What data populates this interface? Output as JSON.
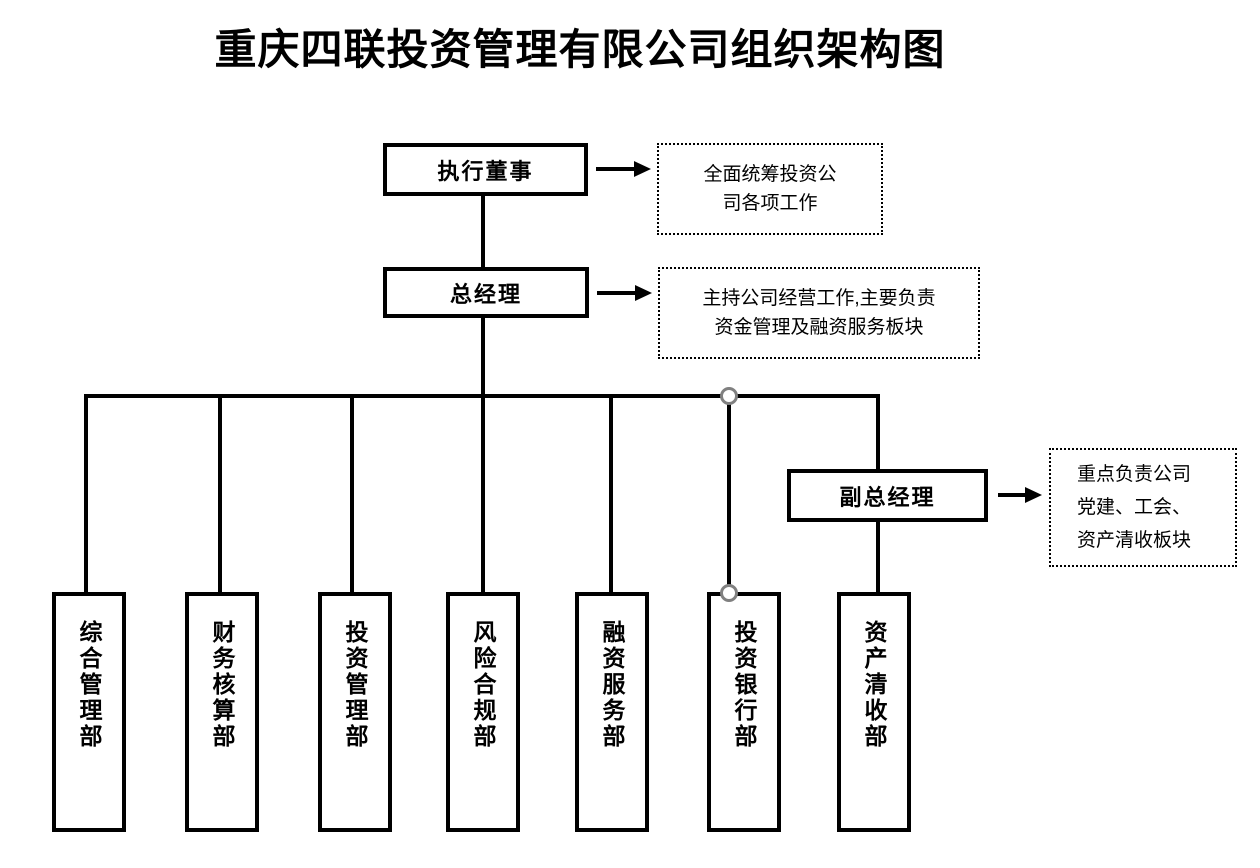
{
  "title": "重庆四联投资管理有限公司组织架构图",
  "nodes": {
    "executive_director": {
      "label": "执行董事",
      "note_lines": [
        "全面统筹投资公",
        "司各项工作"
      ]
    },
    "general_manager": {
      "label": "总经理",
      "note_lines": [
        "主持公司经营工作,主要负责",
        "资金管理及融资服务板块"
      ]
    },
    "deputy_general_manager": {
      "label": "副总经理",
      "note_lines": [
        "重点负责公司",
        "党建、工会、",
        "资产清收板块"
      ]
    }
  },
  "departments": [
    "综合管理部",
    "财务核算部",
    "投资管理部",
    "风险合规部",
    "融资服务部",
    "投资银行部",
    "资产清收部"
  ],
  "colors": {
    "line": "#000000",
    "connector_node": "#808080",
    "background": "#ffffff"
  }
}
